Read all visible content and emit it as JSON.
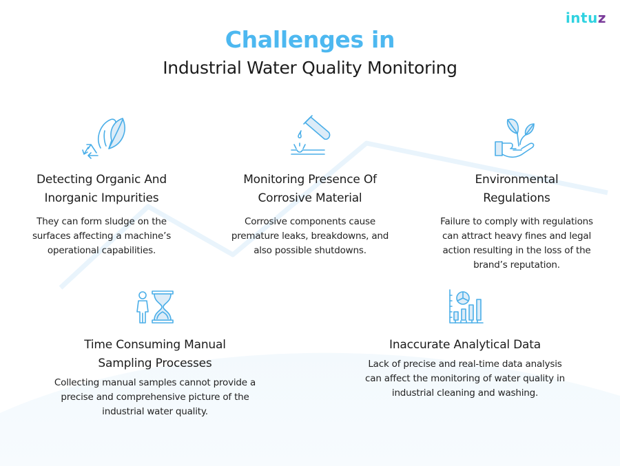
{
  "brand": {
    "logo_main": "intu",
    "logo_accent": "z",
    "logo_color": "#2fd2e0",
    "logo_accent_color": "#7a3b9a"
  },
  "header": {
    "title": "Challenges in",
    "subtitle": "Industrial Water Quality Monitoring",
    "title_color": "#4db8f0"
  },
  "colors": {
    "icon_stroke": "#4aaee8",
    "icon_fill": "#dcecf8",
    "text": "#1c1c1c"
  },
  "challenges": [
    {
      "icon": "leaf-recycle-icon",
      "title_line1": "Detecting Organic And",
      "title_line2": "Inorganic Impurities",
      "desc_lines": [
        "They can form sludge on the",
        "surfaces affecting a machine’s",
        "operational capabilities."
      ]
    },
    {
      "icon": "test-tube-drip-icon",
      "title_line1": "Monitoring Presence Of",
      "title_line2": "Corrosive Material",
      "desc_lines": [
        "Corrosive components cause",
        "premature leaks, breakdowns, and",
        "also possible shutdowns."
      ]
    },
    {
      "icon": "hand-plant-icon",
      "title_line1": "Environmental",
      "title_line2": "Regulations",
      "desc_lines": [
        "Failure to comply with regulations",
        "can attract heavy fines and legal",
        "action resulting in the loss of the",
        "brand’s reputation."
      ]
    },
    {
      "icon": "person-hourglass-icon",
      "title_line1": "Time Consuming Manual",
      "title_line2": "Sampling Processes",
      "desc_lines": [
        "Collecting manual samples cannot provide a",
        "precise and comprehensive picture of the",
        "industrial water quality."
      ]
    },
    {
      "icon": "analytics-chart-icon",
      "title_line1": "Inaccurate Analytical Data",
      "title_line2": "",
      "desc_lines": [
        "Lack of precise and real-time data analysis",
        "can affect the monitoring of water quality in",
        "industrial cleaning and washing."
      ]
    }
  ]
}
